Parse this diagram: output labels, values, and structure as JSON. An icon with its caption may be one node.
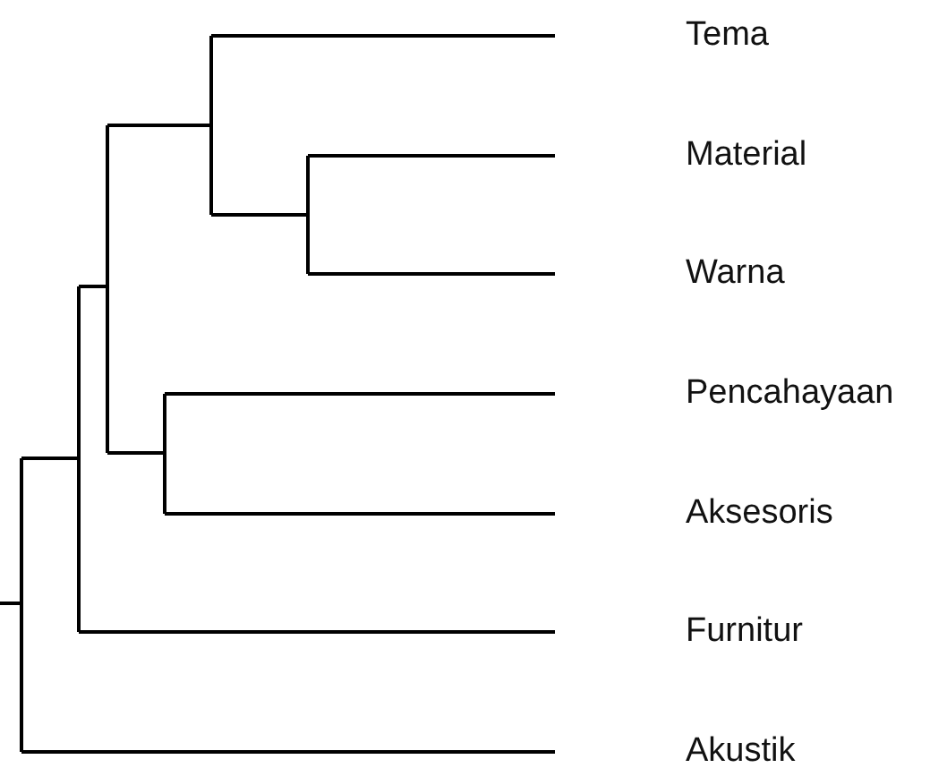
{
  "diagram": {
    "labels": [
      "Tema",
      "Material",
      "Warna",
      "Pencahayaan",
      "Aksesoris",
      "Furnitur",
      "Akustik"
    ]
  }
}
